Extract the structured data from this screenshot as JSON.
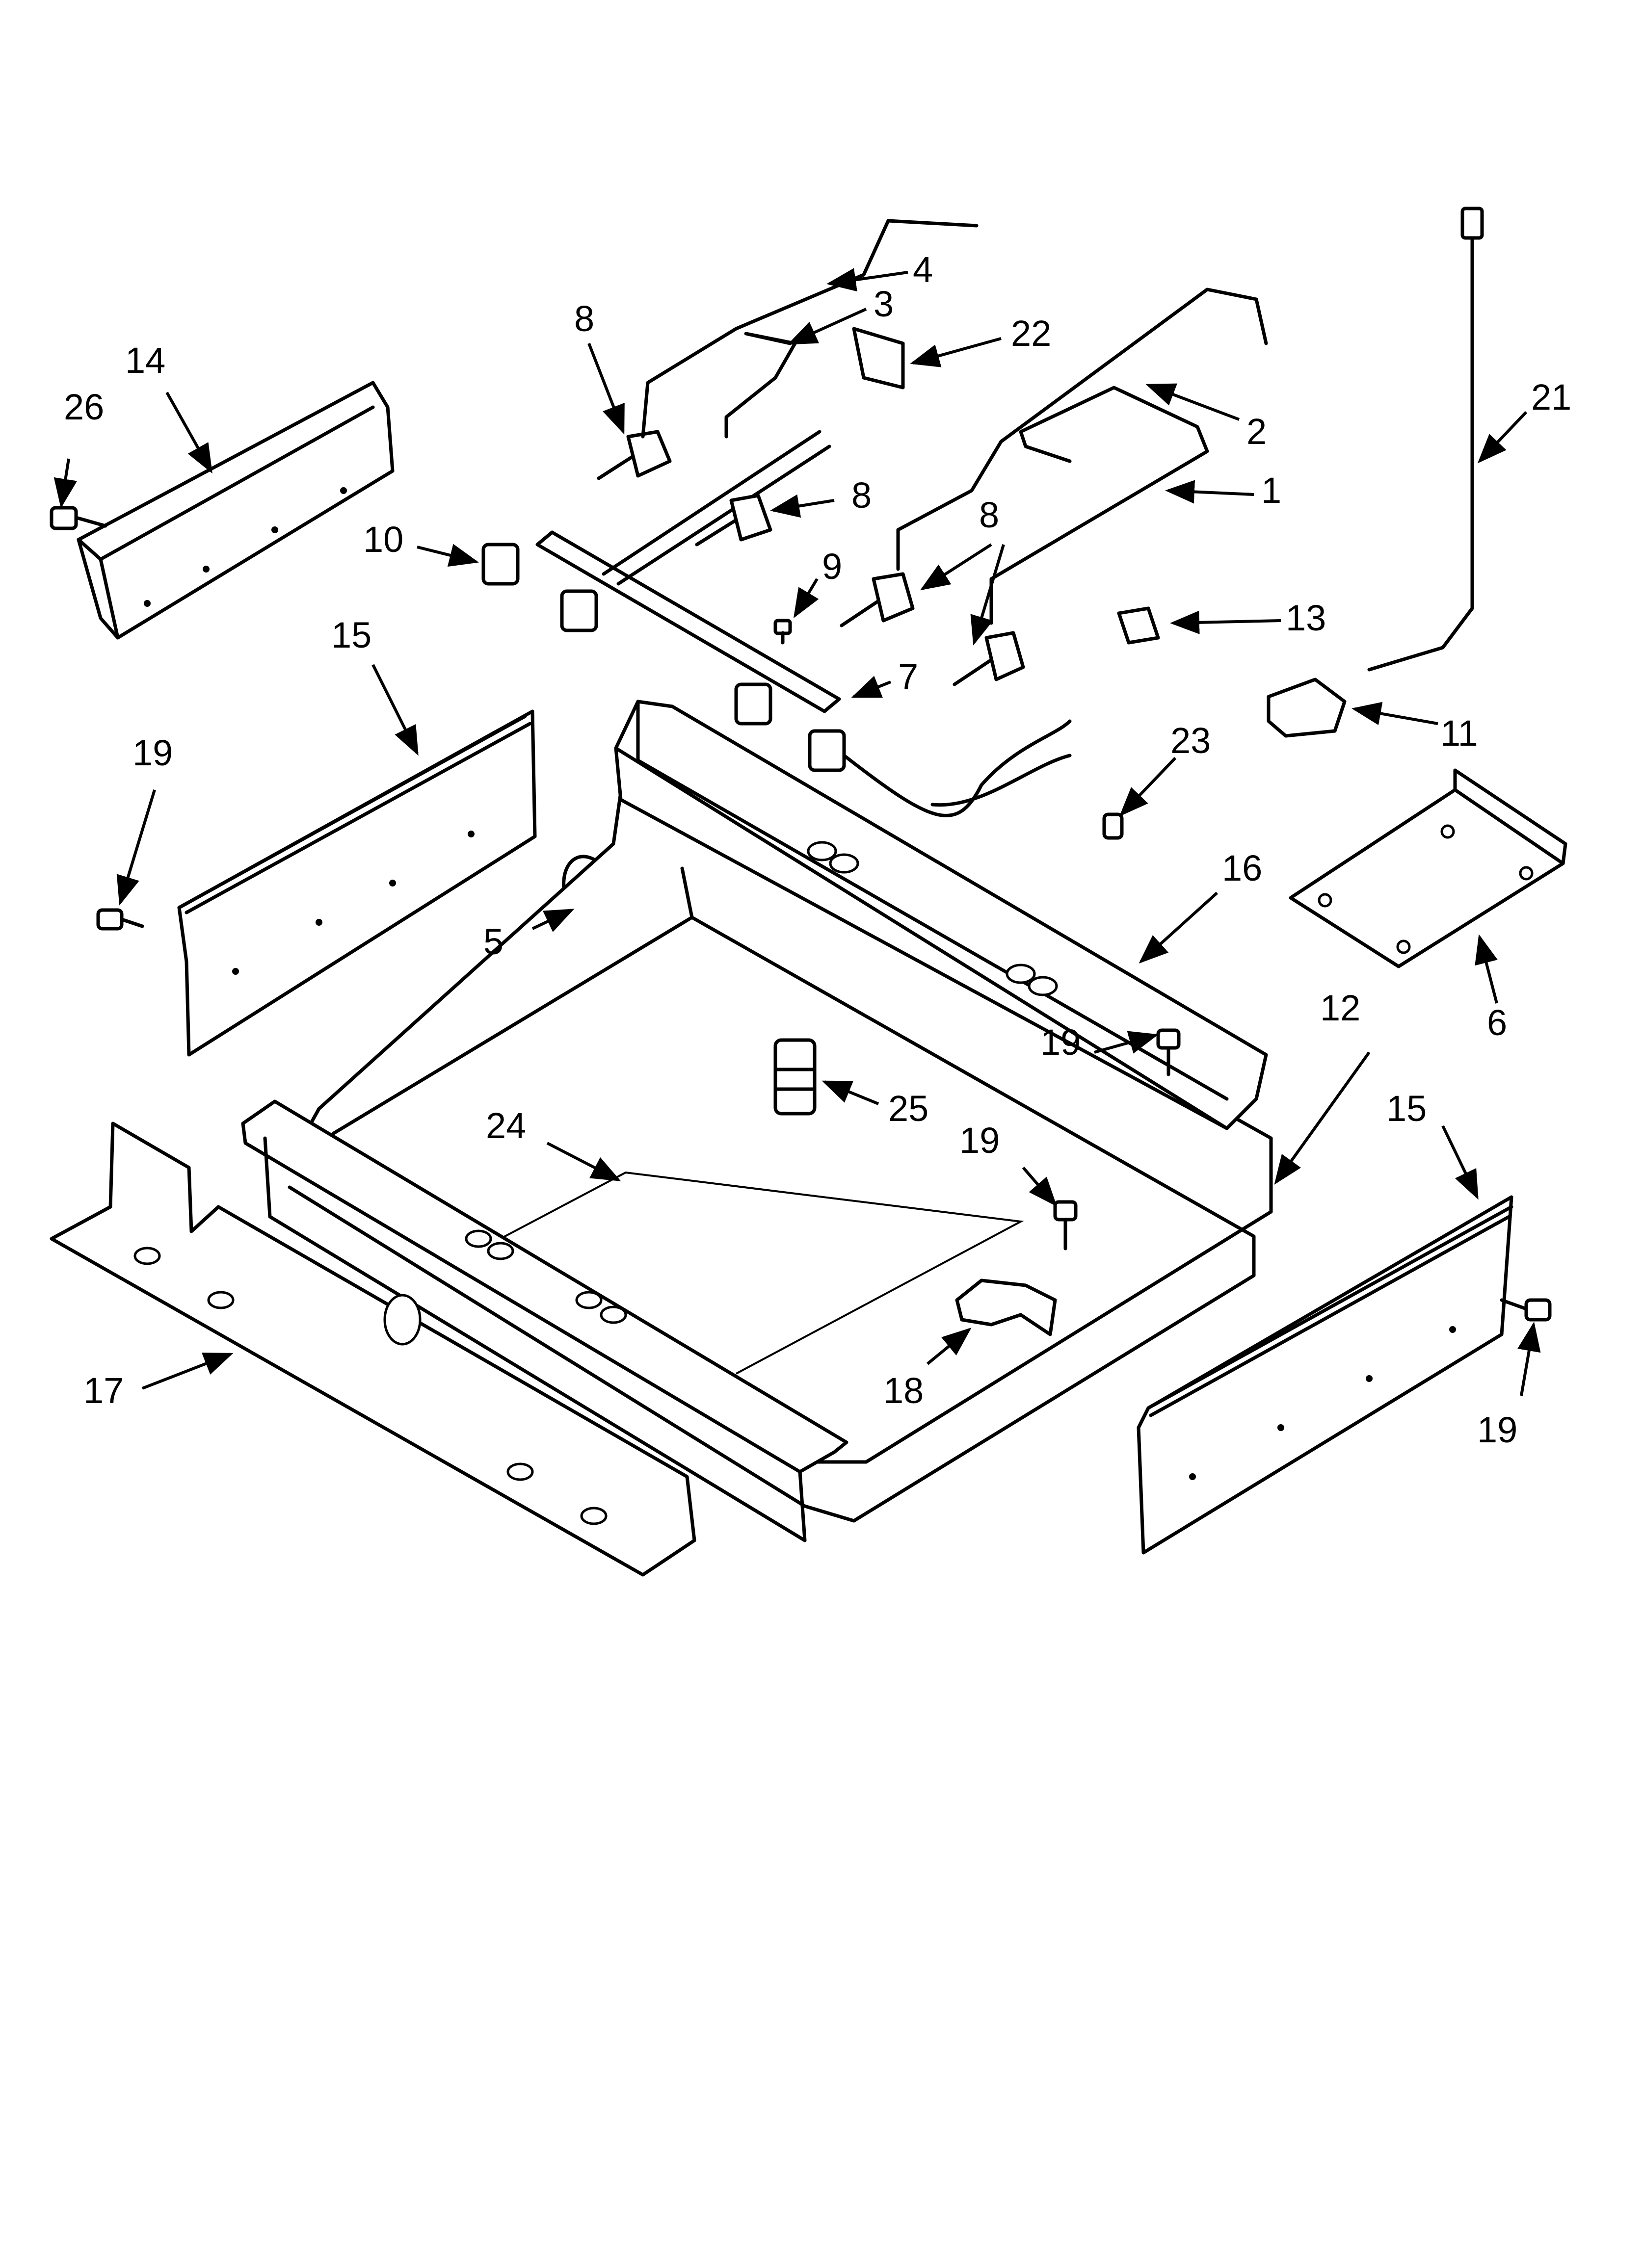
{
  "callouts": {
    "p1": "1",
    "p2": "2",
    "p3": "3",
    "p4": "4",
    "p5": "5",
    "p6": "6",
    "p7": "7",
    "p8a": "8",
    "p8b": "8",
    "p8c": "8",
    "p9": "9",
    "p10": "10",
    "p11": "11",
    "p12": "12",
    "p13": "13",
    "p14": "14",
    "p15a": "15",
    "p15b": "15",
    "p16": "16",
    "p17": "17",
    "p18": "18",
    "p19a": "19",
    "p19b": "19",
    "p19c": "19",
    "p19d": "19",
    "p21": "21",
    "p22": "22",
    "p23": "23",
    "p24": "24",
    "p25": "25",
    "p26": "26"
  },
  "colors": {
    "line": "#000000",
    "background": "#ffffff"
  }
}
